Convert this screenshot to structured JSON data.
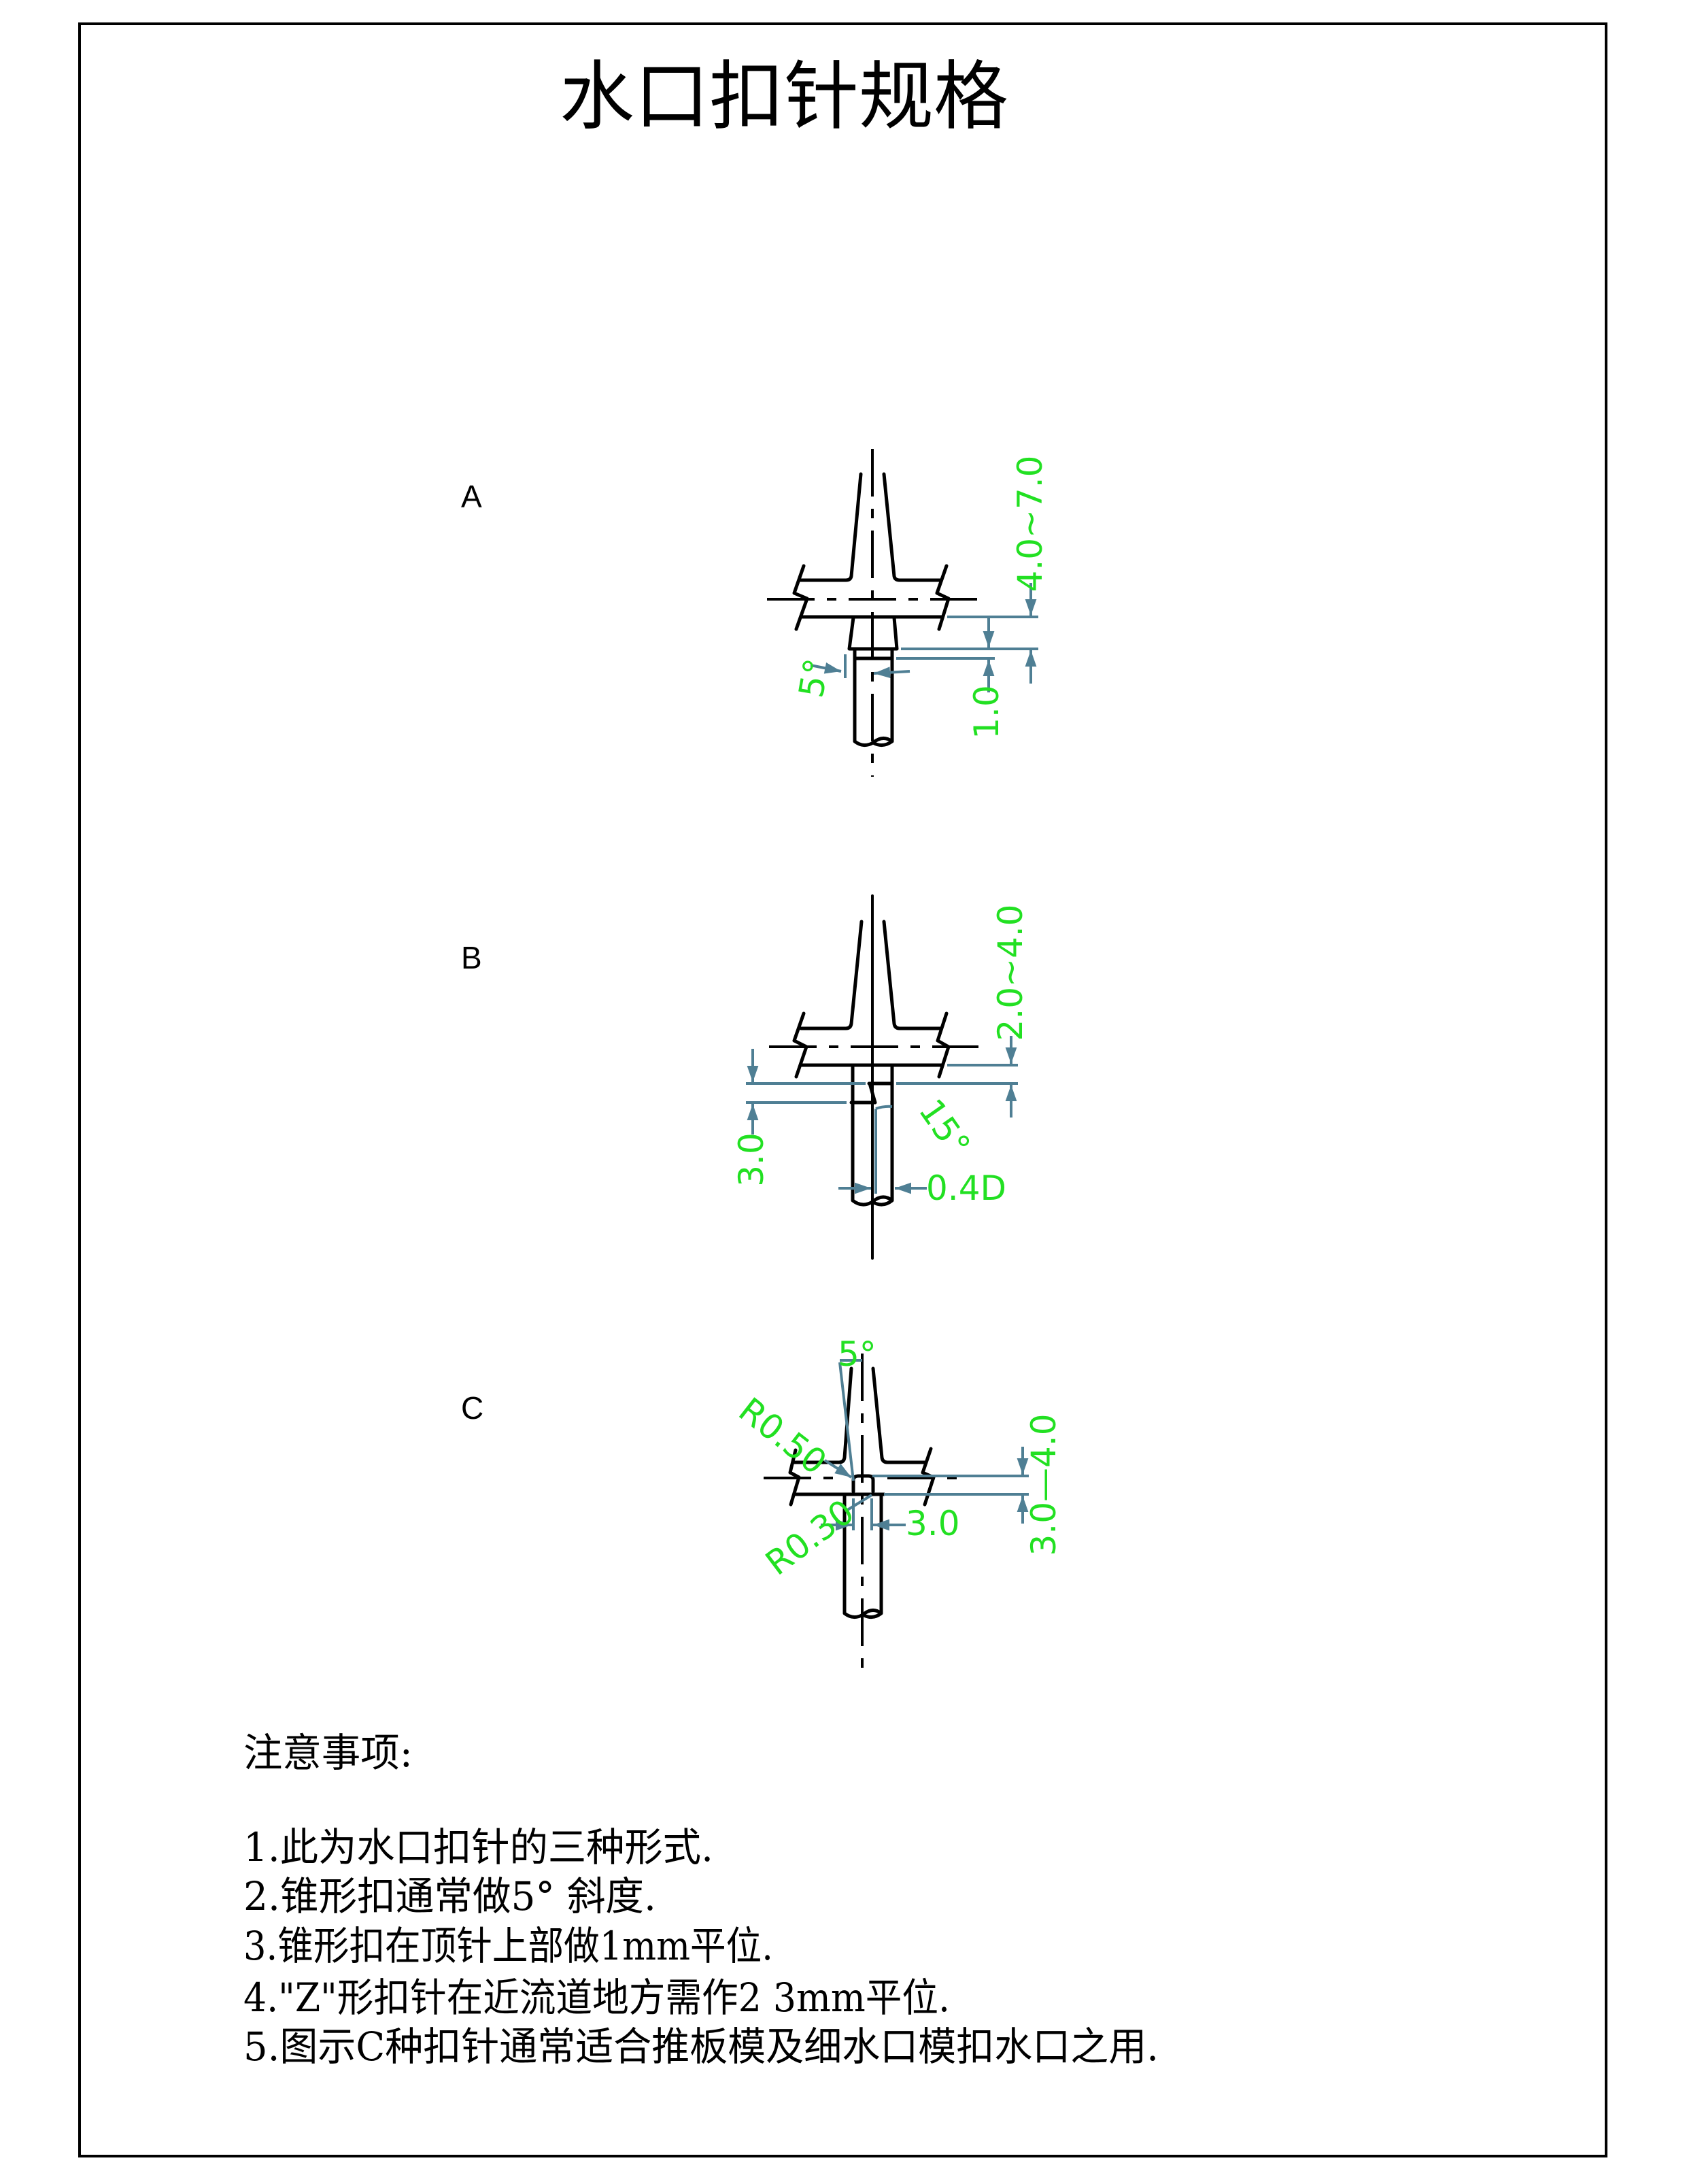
{
  "title": "水口扣针规格",
  "colors": {
    "line": "#000000",
    "dimension_line": "#4f7f94",
    "dimension_text": "#22e022"
  },
  "figures": [
    {
      "label": "A",
      "dims": {
        "length": "4.0~7.0",
        "flat": "1.0",
        "angle": "5°"
      }
    },
    {
      "label": "B",
      "dims": {
        "length": "2.0~4.0",
        "step": "3.0",
        "angle": "15°",
        "offset": "0.4D"
      }
    },
    {
      "label": "C",
      "dims": {
        "angle": "5°",
        "radius_top": "R0.50",
        "radius_bottom": "R0.30",
        "width": "3.0",
        "length": "3.0—4.0"
      }
    }
  ],
  "notes": {
    "heading": "注意事项:",
    "items": [
      "1.此为水口扣针的三种形式.",
      "2.锥形扣通常做5° 斜度.",
      "3.锥形扣在顶针上部做1mm平位.",
      "4.\"Z\"形扣针在近流道地方需作2 3mm平位.",
      "5.图示C种扣针通常适合推板模及细水口模扣水口之用."
    ]
  }
}
